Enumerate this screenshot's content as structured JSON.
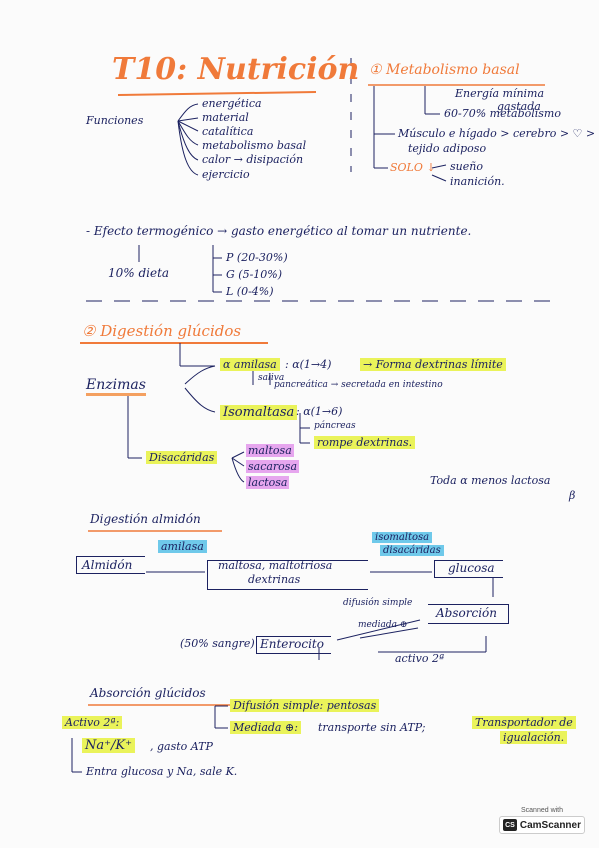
{
  "title": "T10: Nutrición",
  "funciones": {
    "label": "Funciones",
    "items": [
      "energética",
      "material",
      "catalítica",
      "metabolismo basal",
      "calor → disipación",
      "ejercicio"
    ]
  },
  "metabolismo": {
    "heading": "① Metabolismo basal",
    "energia_min_1": "Energía mínima",
    "energia_min_2": "gastada",
    "pct": "60-70% metabolismo",
    "musculo": "Músculo e hígado > cerebro > ♡ >",
    "tejido": "tejido adiposo",
    "solo": "SOLO ↓",
    "sueno": "sueño",
    "inanicion": "inanición."
  },
  "termogenico": {
    "line": "- Efecto termogénico → gasto energético al tomar un nutriente.",
    "dieta": "10% dieta",
    "p": "P (20-30%)",
    "g": "G (5-10%)",
    "l": "L (0-4%)"
  },
  "digestion_glucidos": {
    "heading": "② Digestión glúcidos",
    "enzimas": "Enzimas",
    "amilasa": "α amilasa",
    "amilasa_enlace": ": α(1→4)",
    "amilasa_result": "→ Forma dextrinas límite",
    "saliva": "saliva",
    "pancreatica": "pancreática → secretada en intestino",
    "isomaltasa": "Isomaltasa",
    "isomaltasa_enlace": ": α(1→6)",
    "pancreas": "páncreas",
    "rompe": "rompe dextrinas.",
    "disacaridasas": "Disacáridas",
    "maltosa": "maltosa",
    "sacarosa": "sacarosa",
    "lactosa": "lactosa",
    "nota_1": "Toda α menos lactosa",
    "nota_2": "β"
  },
  "digestion_almidon": {
    "heading": "Digestión almidón",
    "almidon": "Almidón",
    "amilasa": "amilasa",
    "maltosa_1": "maltosa, maltotriosa",
    "maltosa_2": "dextrinas",
    "isomaltosa_1": "isomaltosa",
    "isomaltosa_2": "disacáridas",
    "glucosa": "glucosa",
    "absorcion": "Absorción",
    "difusion": "difusión simple",
    "mediada": "mediada ⊕",
    "sangre": "(50% sangre)",
    "enterocito": "Enterocito",
    "activo": "activo 2ª"
  },
  "absorcion_glucidos": {
    "heading": "Absorción glúcidos",
    "difusion": "Difusión simple: pentosas",
    "mediada": "Mediada ⊕:",
    "transporte": "transporte sin ATP;",
    "transportador_1": "Transportador de",
    "transportador_2": "igualación.",
    "activo": "Activo 2ª:",
    "na_k": "Na⁺/K⁺",
    "gasto": ", gasto ATP",
    "entra": "Entra glucosa y Na, sale K."
  },
  "footer": {
    "scanned": "Scanned with",
    "app": "CamScanner",
    "mark": "CS"
  },
  "colors": {
    "ink": "#1c2260",
    "orange": "#f07a3a",
    "highlight_yellow": "#eaf35a",
    "highlight_pink": "#e6a6ee",
    "highlight_blue": "#6fc9ea"
  }
}
